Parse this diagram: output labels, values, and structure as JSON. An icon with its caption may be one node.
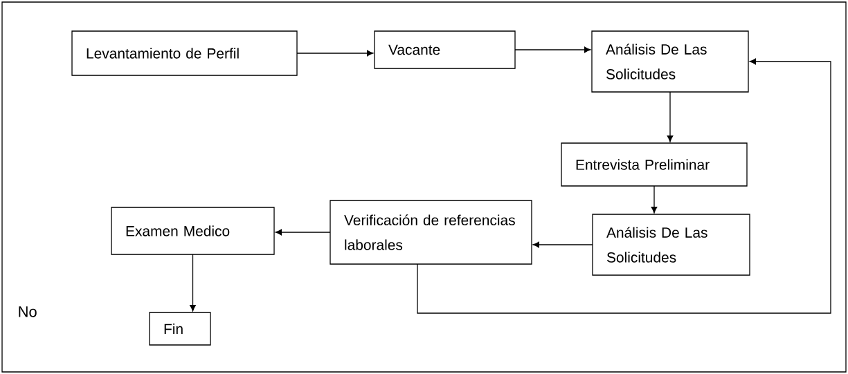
{
  "diagram": {
    "nodes": [
      {
        "text": [
          "Levantamiento de Perfil"
        ]
      },
      {
        "text": [
          "Vacante"
        ]
      },
      {
        "text": [
          "Análisis De Las Solicitudes"
        ]
      },
      {
        "text": [
          "Entrevista Preliminar"
        ]
      },
      {
        "text": [
          "Análisis De Las Solicitudes"
        ]
      },
      {
        "text": [
          "Verificación de referencias laborales"
        ]
      },
      {
        "text": [
          "Examen Medico"
        ]
      },
      {
        "text": [
          "Fin"
        ]
      }
    ],
    "edges": [
      {
        "from": 0,
        "to": 1,
        "arrow": "to"
      },
      {
        "from": 1,
        "to": 2,
        "arrow": "to"
      },
      {
        "from": 2,
        "to": 3,
        "arrow": "to"
      },
      {
        "from": 3,
        "to": 4,
        "arrow": "to"
      },
      {
        "from": 4,
        "to": 5,
        "arrow": "to"
      },
      {
        "from": 5,
        "to": 6,
        "arrow": "to"
      },
      {
        "from": 6,
        "to": 7,
        "arrow": "to"
      },
      {
        "from": 5,
        "to": 2,
        "arrow": "to"
      }
    ],
    "labels": [
      "No"
    ]
  }
}
